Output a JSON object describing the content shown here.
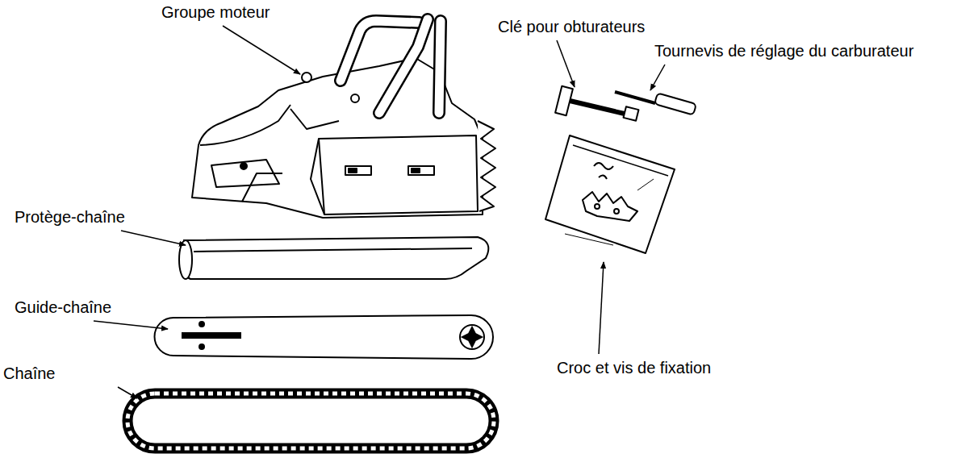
{
  "diagram": {
    "labels": [
      "Groupe moteur",
      "Clé pour obturateurs",
      "Tournevis de réglage du carburateur",
      "Protège-chaîne",
      "Guide-chaîne",
      "Chaîne",
      "Croc et vis de fixation"
    ]
  }
}
